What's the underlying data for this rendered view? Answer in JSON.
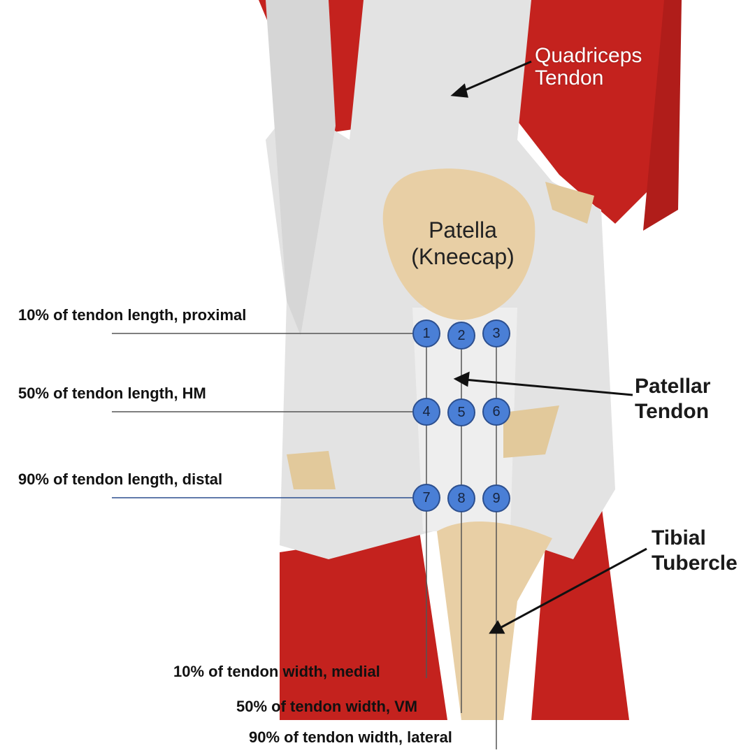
{
  "labels": {
    "quadriceps_tendon": [
      "Quadriceps",
      "Tendon"
    ],
    "patella": [
      "Patella",
      "(Kneecap)"
    ],
    "patellar_tendon": [
      "Patellar",
      "Tendon"
    ],
    "tibial_tubercle": [
      "Tibial",
      "Tubercle"
    ]
  },
  "rows": [
    "10% of tendon length, proximal",
    "50% of tendon length, HM",
    "90% of tendon length, distal"
  ],
  "columns": [
    "10% of tendon width, medial",
    "50% of tendon width, VM",
    "90% of tendon width, lateral"
  ],
  "points": [
    "1",
    "2",
    "3",
    "4",
    "5",
    "6",
    "7",
    "8",
    "9"
  ],
  "colors": {
    "muscle": "#c4221e",
    "tendon": "#e4e4e4",
    "bone": "#e8cfa5",
    "point": "#4a7fd6"
  }
}
